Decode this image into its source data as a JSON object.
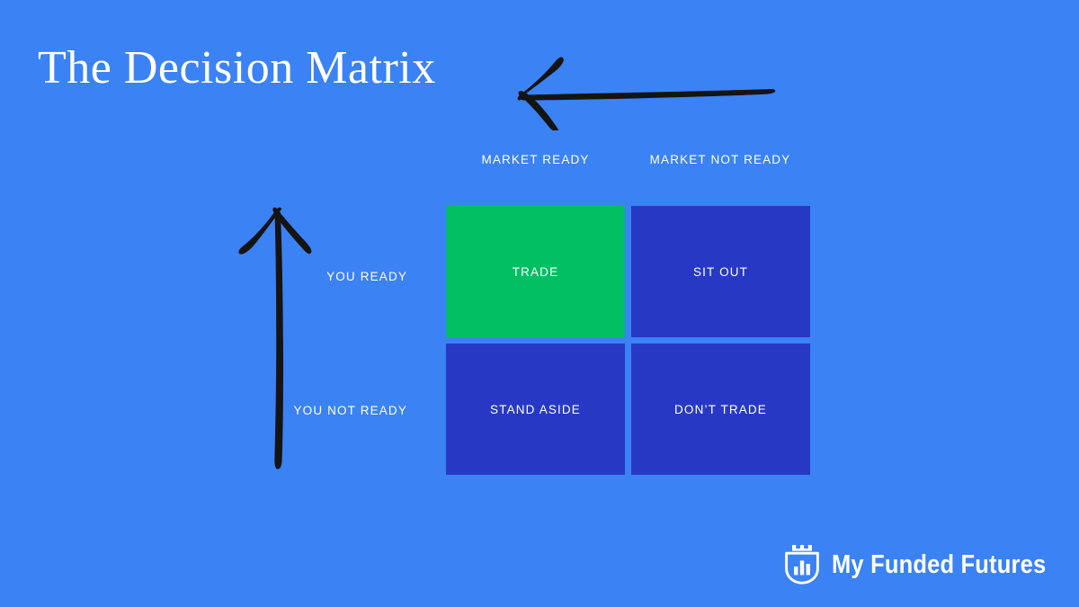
{
  "slide": {
    "title": "The Decision Matrix",
    "background_color": "#3b82f4"
  },
  "annotations": {
    "horizontal_arrow": "left-arrow-hand-drawn",
    "vertical_arrow": "up-arrow-hand-drawn",
    "ink_color": "#141414"
  },
  "matrix": {
    "column_headers": [
      {
        "label": "MARKET READY"
      },
      {
        "label": "MARKET NOT READY"
      }
    ],
    "row_headers": [
      {
        "label": "YOU READY"
      },
      {
        "label": "YOU NOT READY"
      }
    ],
    "cells": [
      {
        "label": "TRADE",
        "color": "#00bf63",
        "row": "YOU READY",
        "column": "MARKET READY"
      },
      {
        "label": "SIT OUT",
        "color": "#2739c4",
        "row": "YOU READY",
        "column": "MARKET NOT READY"
      },
      {
        "label": "STAND ASIDE",
        "color": "#2739c4",
        "row": "YOU NOT READY",
        "column": "MARKET READY"
      },
      {
        "label": "DON’T TRADE",
        "color": "#2739c4",
        "row": "YOU NOT READY",
        "column": "MARKET NOT READY"
      }
    ]
  },
  "branding": {
    "name": "My Funded Futures",
    "mark": "shield-crown-barchart-icon",
    "color": "#ffffff"
  }
}
